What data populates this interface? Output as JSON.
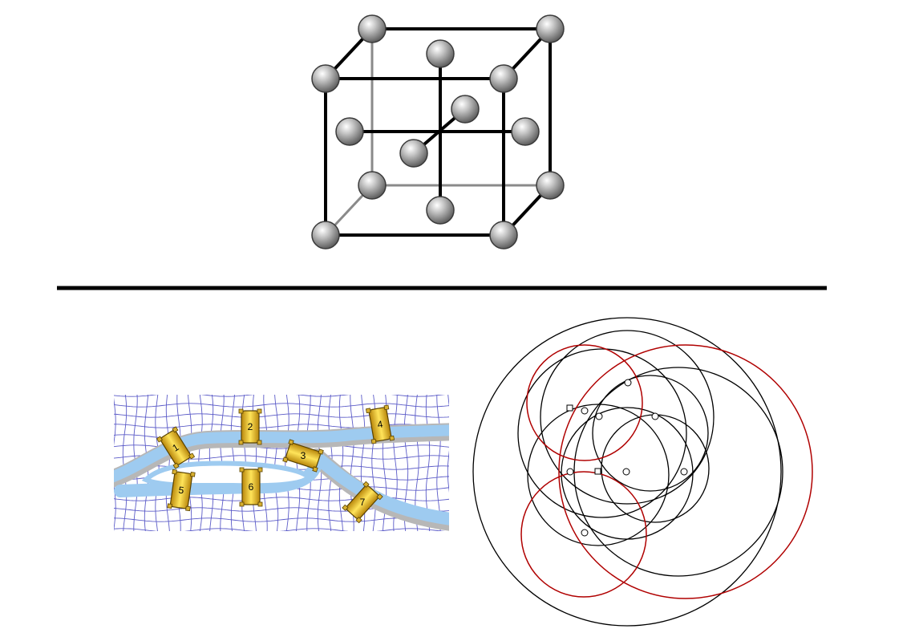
{
  "figure": {
    "crystal_lattice": {
      "kind": "face-centred cubic unit cell",
      "atom_color": "#9a9a9a",
      "edge_color": "#000000",
      "hidden_edge_color": "#8a8a8a"
    },
    "divider": {
      "color": "#000000"
    },
    "konigsberg_map": {
      "river_color": "#9ecbf0",
      "grid_color": "#5b5bc8",
      "bridge_color": "#f3cf2a",
      "bridges": [
        {
          "label": "1"
        },
        {
          "label": "2"
        },
        {
          "label": "3"
        },
        {
          "label": "4"
        },
        {
          "label": "5"
        },
        {
          "label": "6"
        },
        {
          "label": "7"
        }
      ]
    },
    "circle_arrangement": {
      "black_color": "#000000",
      "red_color": "#b00000"
    }
  }
}
